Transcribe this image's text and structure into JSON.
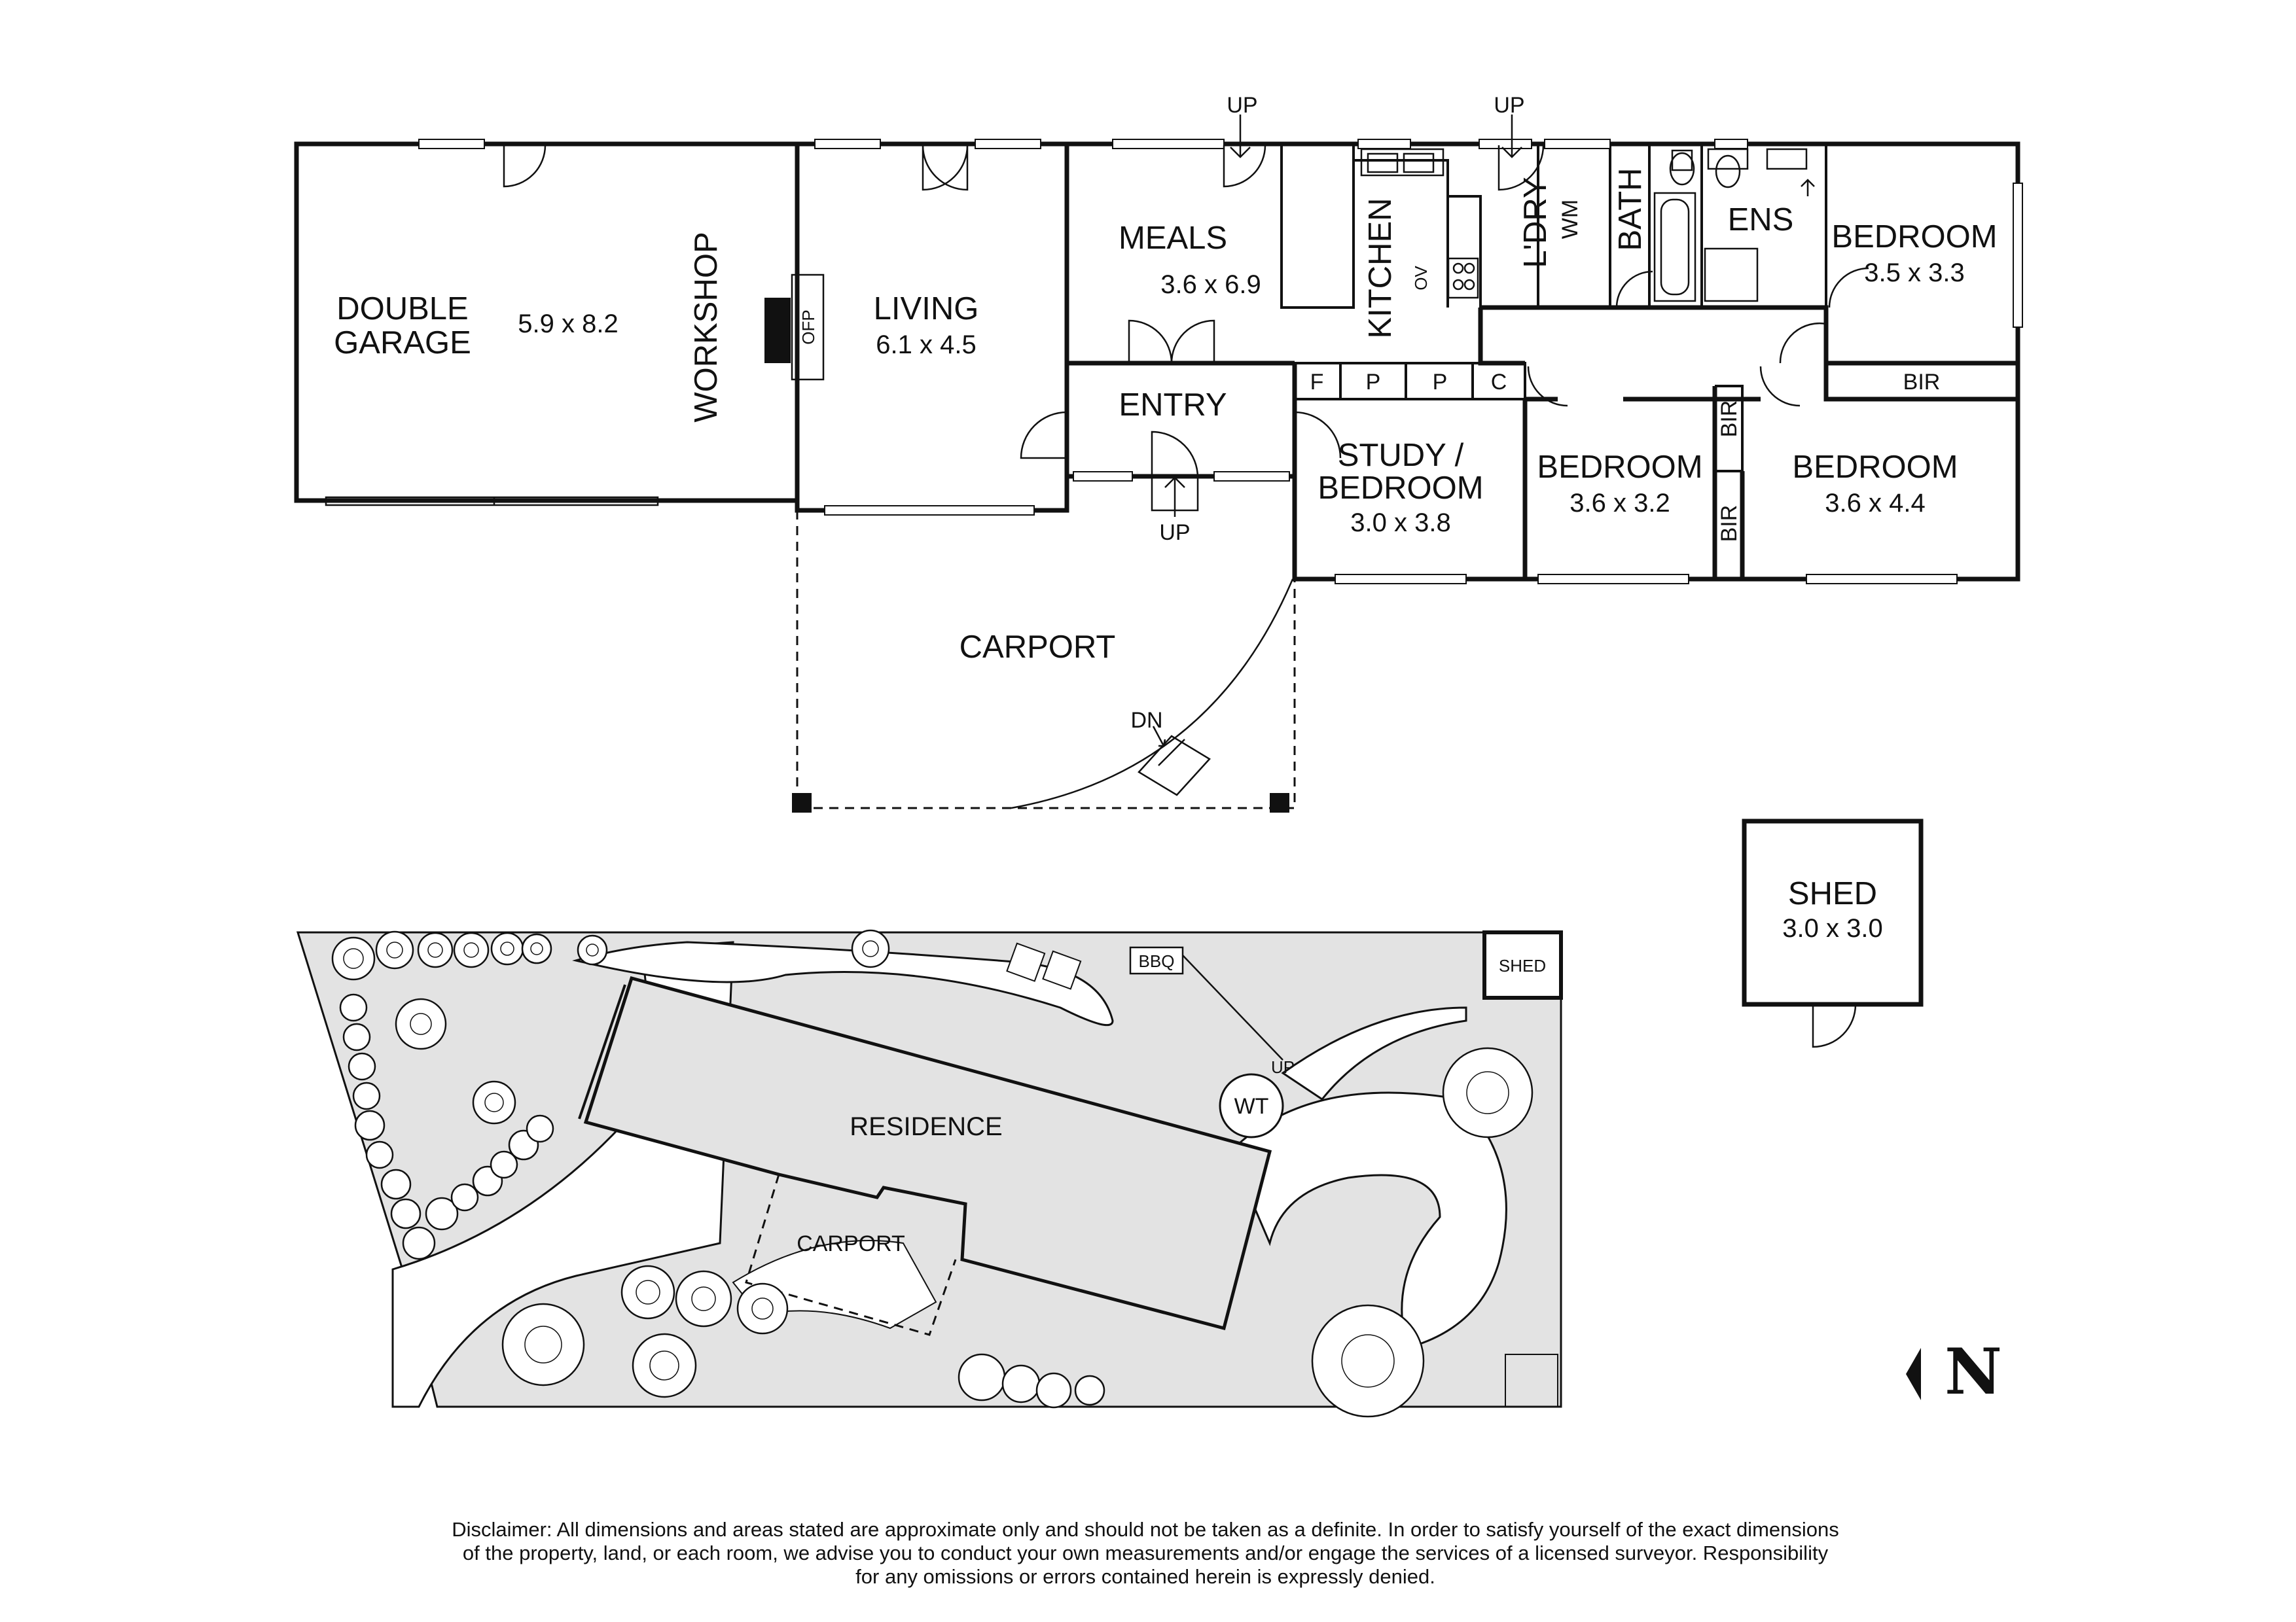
{
  "floor_plan": {
    "rooms": {
      "garage_name_1": "DOUBLE",
      "garage_name_2": "GARAGE",
      "garage_dims": "5.9 x 8.2",
      "workshop": "WORKSHOP",
      "ofp": "OFP",
      "living": "LIVING",
      "living_dims": "6.1 x 4.5",
      "meals": "MEALS",
      "meals_dims": "3.6 x 6.9",
      "kitchen": "KITCHEN",
      "ov": "OV",
      "laundry": "L'DRY",
      "wm": "WM",
      "bath": "BATH",
      "ens": "ENS",
      "bedroom1": "BEDROOM",
      "bedroom1_dims": "3.5 x 3.3",
      "entry": "ENTRY",
      "f": "F",
      "p1": "P",
      "p2": "P",
      "c": "C",
      "bir_top": "BIR",
      "study_1": "STUDY /",
      "study_2": "BEDROOM",
      "study_dims": "3.0 x 3.8",
      "bedroom2": "BEDROOM",
      "bedroom2_dims": "3.6 x 3.2",
      "bir_v1": "BIR",
      "bir_v2": "BIR",
      "bedroom3": "BEDROOM",
      "bedroom3_dims": "3.6 x 4.4",
      "carport": "CARPORT",
      "dn": "DN",
      "up_meals": "UP",
      "up_laundry": "UP",
      "up_entry": "UP",
      "shed": "SHED",
      "shed_dims": "3.0 x 3.0"
    }
  },
  "site_plan": {
    "residence": "RESIDENCE",
    "carport": "CARPORT",
    "bbq": "BBQ",
    "shed": "SHED",
    "wt": "WT",
    "up": "UP"
  },
  "compass": {
    "letter": "N"
  },
  "disclaimer": {
    "line1": "Disclaimer: All dimensions and areas stated are approximate only and should not be taken as a definite. In order to satisfy yourself of the exact dimensions",
    "line2": "of the property, land, or each room, we advise you to conduct your own measurements and/or engage the services of a licensed surveyor. Responsibility",
    "line3": "for any omissions or errors contained herein is expressly denied."
  }
}
